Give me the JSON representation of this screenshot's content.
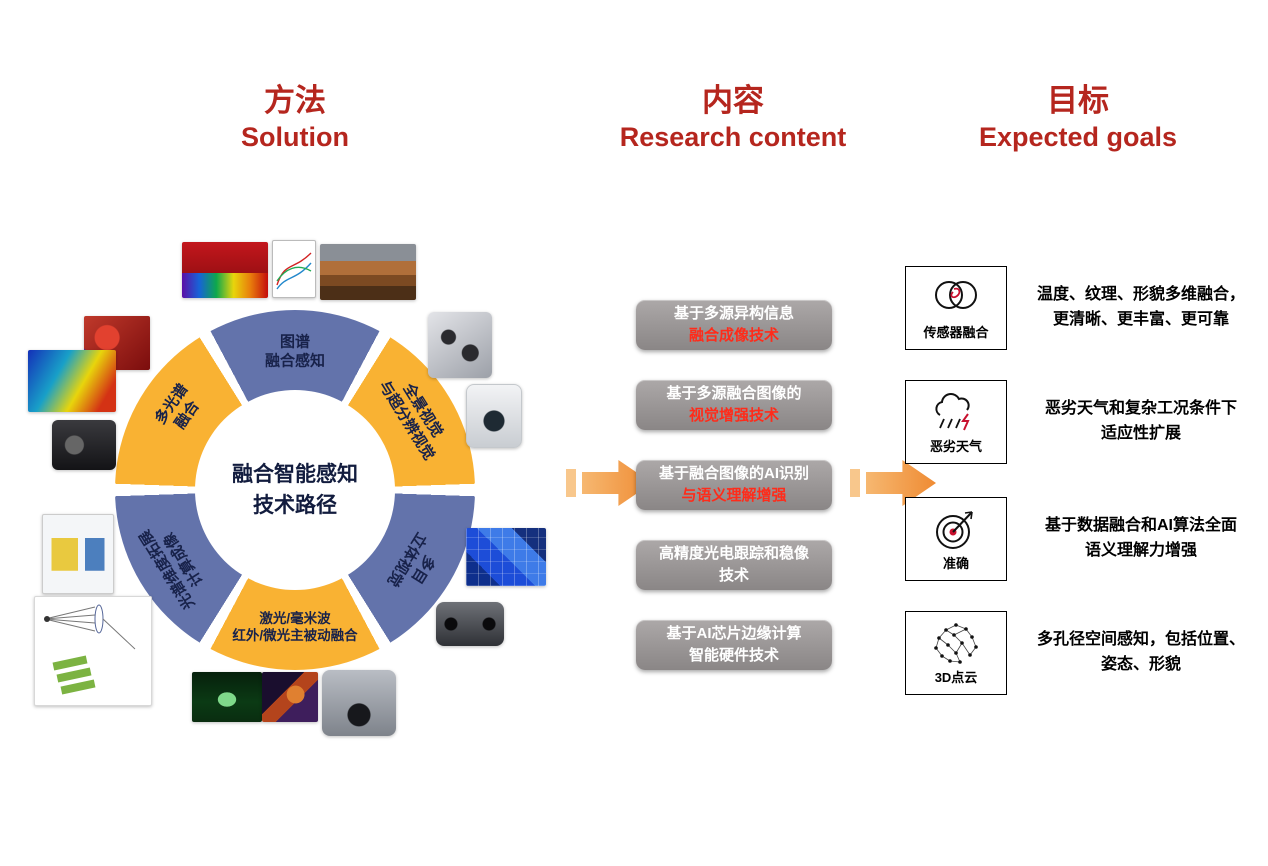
{
  "headers": [
    {
      "zh": "方法",
      "en": "Solution"
    },
    {
      "zh": "内容",
      "en": "Research content"
    },
    {
      "zh": "目标",
      "en": "Expected goals"
    }
  ],
  "palette": {
    "header_red": "#B5261E",
    "donut_blue": "#6373AB",
    "donut_orange": "#F9B233",
    "box_highlight_red": "#FF2B1A",
    "arrow_orange": "#F2953F"
  },
  "donut": {
    "center": "融合智能感知\n技术路径",
    "segments": [
      {
        "label": "图谱\n融合感知",
        "color": "blue"
      },
      {
        "label": "全景视觉\n与超分辨视觉",
        "color": "orange"
      },
      {
        "label": "多目\n立体视觉",
        "color": "blue"
      },
      {
        "label": "激光/毫米波\n红外/微光主被动融合",
        "color": "orange"
      },
      {
        "label": "光谱维度拓展\n计算成像",
        "color": "blue"
      },
      {
        "label": "多光谱\n融合",
        "color": "orange"
      }
    ]
  },
  "solution_images": [
    "spectral-cube-image",
    "spectra-chart-image",
    "pipeline-scene-image",
    "berries-sample-image",
    "thermal-image",
    "lens-device-image",
    "spectrometer-diagram-image",
    "optical-path-diagram-image",
    "night-vision-ship-image",
    "low-light-scene-image",
    "gimbal-camera-image",
    "multi-camera-cube-image",
    "dome-camera-image",
    "3d-blocks-image",
    "stereo-camera-image"
  ],
  "content_boxes": [
    {
      "line1": "基于多源异构信息",
      "line2": "融合成像技术"
    },
    {
      "line1": "基于多源融合图像的",
      "line2": "视觉增强技术"
    },
    {
      "line1": "基于融合图像的AI识别",
      "line2": "与语义理解增强"
    },
    {
      "line1": "高精度光电跟踪和稳像",
      "line2": "技术"
    },
    {
      "line1": "基于AI芯片边缘计算",
      "line2": "智能硬件技术"
    }
  ],
  "goals": [
    {
      "icon": "sensor-fusion-venn-icon",
      "label": "传感器融合",
      "desc": "温度、纹理、形貌多维融合，\n更清晰、更丰富、更可靠"
    },
    {
      "icon": "bad-weather-icon",
      "label": "恶劣天气",
      "desc": "恶劣天气和复杂工况条件下\n适应性扩展"
    },
    {
      "icon": "target-accuracy-icon",
      "label": "准确",
      "desc": "基于数据融合和AI算法全面\n语义理解力增强"
    },
    {
      "icon": "point-cloud-icon",
      "label": "3D点云",
      "desc": "多孔径空间感知，包括位置、\n姿态、形貌"
    }
  ]
}
